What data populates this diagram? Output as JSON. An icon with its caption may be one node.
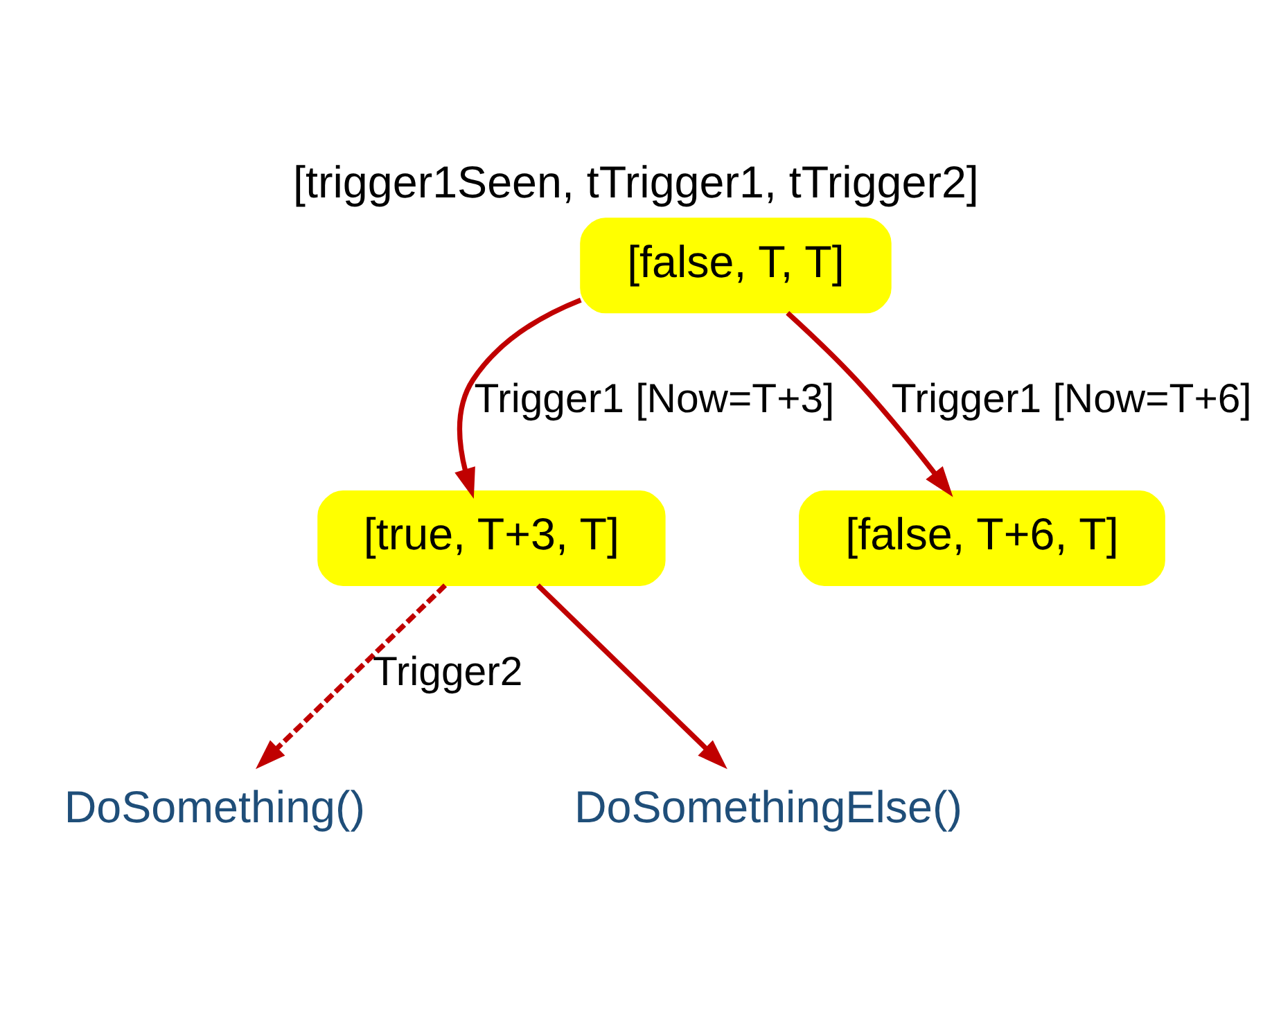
{
  "diagram": {
    "title": "[trigger1Seen, tTrigger1, tTrigger2]",
    "nodes": [
      {
        "text": [
          "[false, T, T]"
        ]
      },
      {
        "text": [
          "[true, T+3, T]"
        ]
      },
      {
        "text": [
          "[false, T+6, T]"
        ]
      },
      {
        "text": [
          "DoSomething()"
        ]
      },
      {
        "text": [
          "DoSomethingElse()"
        ]
      }
    ],
    "edges": [
      {
        "from": 0,
        "to": 1,
        "arrow": "to",
        "label": "Trigger1 [Now=T+3]"
      },
      {
        "from": 0,
        "to": 2,
        "arrow": "to",
        "label": "Trigger1 [Now=T+6]"
      },
      {
        "from": 1,
        "to": 3,
        "arrow": "to",
        "label": "Trigger2",
        "style": "dashed"
      },
      {
        "from": 1,
        "to": 4,
        "arrow": "to"
      }
    ]
  }
}
